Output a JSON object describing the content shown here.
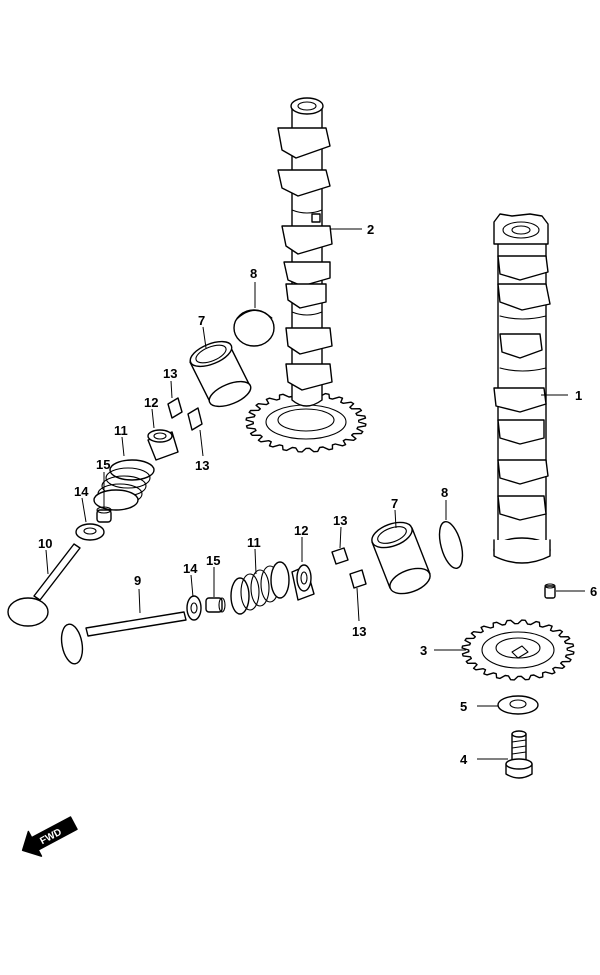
{
  "diagram": {
    "callouts": [
      {
        "id": "c1",
        "text": "1"
      },
      {
        "id": "c2",
        "text": "2"
      },
      {
        "id": "c3",
        "text": "3"
      },
      {
        "id": "c4",
        "text": "4"
      },
      {
        "id": "c5",
        "text": "5"
      },
      {
        "id": "c6",
        "text": "6"
      },
      {
        "id": "c7a",
        "text": "7"
      },
      {
        "id": "c7b",
        "text": "7"
      },
      {
        "id": "c8a",
        "text": "8"
      },
      {
        "id": "c8b",
        "text": "8"
      },
      {
        "id": "c9",
        "text": "9"
      },
      {
        "id": "c10",
        "text": "10"
      },
      {
        "id": "c11a",
        "text": "11"
      },
      {
        "id": "c11b",
        "text": "11"
      },
      {
        "id": "c12a",
        "text": "12"
      },
      {
        "id": "c12b",
        "text": "12"
      },
      {
        "id": "c13a",
        "text": "13"
      },
      {
        "id": "c13b",
        "text": "13"
      },
      {
        "id": "c13c",
        "text": "13"
      },
      {
        "id": "c13d",
        "text": "13"
      },
      {
        "id": "c14a",
        "text": "14"
      },
      {
        "id": "c14b",
        "text": "14"
      },
      {
        "id": "c15a",
        "text": "15"
      },
      {
        "id": "c15b",
        "text": "15"
      }
    ],
    "fwd_label": "FWD"
  }
}
